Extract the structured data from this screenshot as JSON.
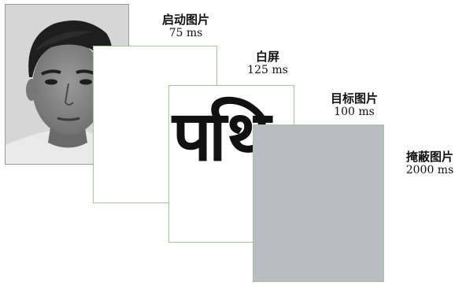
{
  "stimuli": [
    {
      "name": "启动图片",
      "duration": "75 ms"
    },
    {
      "name": "白屏",
      "duration": "125 ms"
    },
    {
      "name": "目标图片",
      "duration": "100 ms"
    },
    {
      "name": "掩蔽图片",
      "duration": "2000 ms"
    }
  ],
  "target_word": "पथि",
  "colors": {
    "frame_border": "#a9c49a",
    "mask_fill": "#b9bdc3",
    "photo_background": "#cfcfcf"
  }
}
